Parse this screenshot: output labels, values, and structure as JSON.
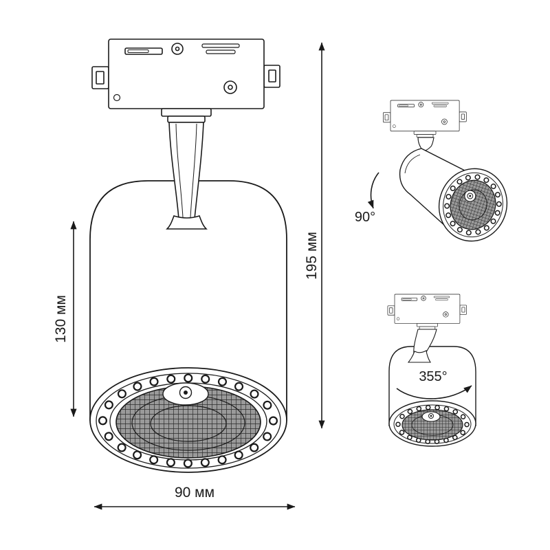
{
  "labels": {
    "body_height": "130 мм",
    "total_height": "195 мм",
    "width": "90 мм",
    "tilt_rotation": "90°",
    "pan_rotation": "355°"
  },
  "colors": {
    "line": "#1a1a1a",
    "background": "#ffffff",
    "mesh_fill": "#9a9a9a",
    "mesh_line": "#2a2a2a"
  }
}
